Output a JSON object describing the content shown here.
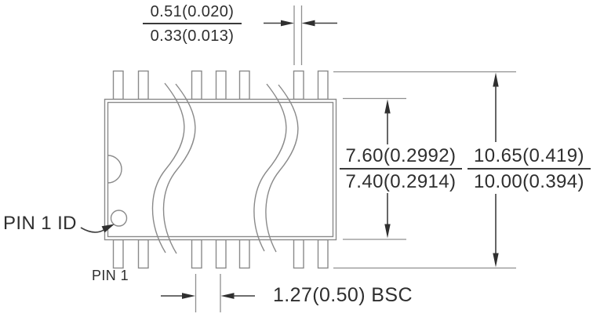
{
  "drawing": {
    "dims": {
      "lead_width": {
        "max": "0.51(0.020)",
        "min": "0.33(0.013)"
      },
      "body_width": {
        "max": "7.60(0.2992)",
        "min": "7.40(0.2914)"
      },
      "overall_width": {
        "max": "10.65(0.419)",
        "min": "10.00(0.394)"
      },
      "lead_pitch": "1.27(0.50) BSC"
    },
    "labels": {
      "pin1_id": "PIN 1 ID",
      "pin1": "PIN 1"
    },
    "colors": {
      "outline_gray": "#8a8a8a",
      "dimension_dark": "#3f3f3f",
      "text": "#2e2e2e",
      "background": "#ffffff"
    }
  }
}
